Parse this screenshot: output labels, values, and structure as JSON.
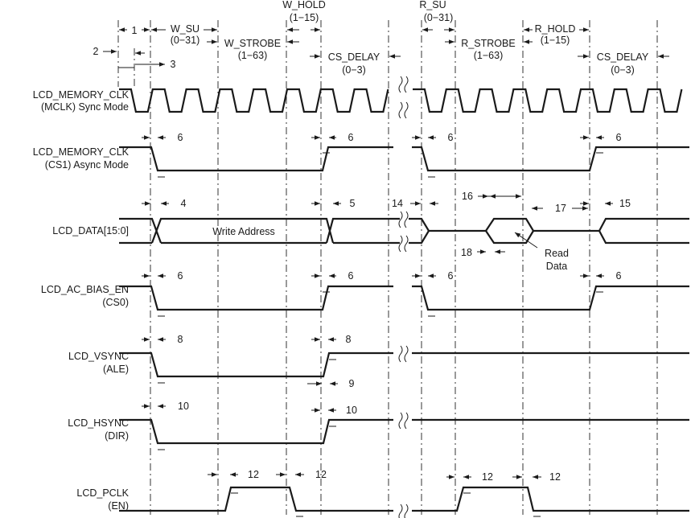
{
  "signals": [
    {
      "line1": "LCD_MEMORY_CLK",
      "line2": "(MCLK) Sync Mode"
    },
    {
      "line1": "LCD_MEMORY_CLK",
      "line2": "(CS1)  Async Mode"
    },
    {
      "line1": "LCD_DATA[15:0]",
      "line2": ""
    },
    {
      "line1": "LCD_AC_BIAS_EN",
      "line2": "(CS0)"
    },
    {
      "line1": "LCD_VSYNC",
      "line2": "(ALE)"
    },
    {
      "line1": "LCD_HSYNC",
      "line2": "(DIR)"
    },
    {
      "line1": "LCD_PCLK",
      "line2": "(EN)"
    }
  ],
  "top_labels": {
    "w_hold": "W_HOLD",
    "w_hold_range": "(1−15)",
    "w_su": "W_SU",
    "w_su_range": "(0−31)",
    "w_strobe": "W_STROBE",
    "w_strobe_range": "(1−63)",
    "cs_delay_1": "CS_DELAY",
    "cs_delay_1_range": "(0−3)",
    "r_su": "R_SU",
    "r_su_range": "(0−31)",
    "r_strobe": "R_STROBE",
    "r_strobe_range": "(1−63)",
    "r_hold": "R_HOLD",
    "r_hold_range": "(1−15)",
    "cs_delay_2": "CS_DELAY",
    "cs_delay_2_range": "(0−3)"
  },
  "bus_labels": {
    "write_address": "Write Address",
    "read_line1": "Read",
    "read_line2": "Data"
  },
  "timing_numbers": {
    "t1": "1",
    "t2": "2",
    "t3": "3",
    "t4": "4",
    "t5": "5",
    "t6a": "6",
    "t6b": "6",
    "t6c": "6",
    "t6d": "6",
    "t6e": "6",
    "t6f": "6",
    "t6g": "6",
    "t6h": "6",
    "t8a": "8",
    "t8b": "8",
    "t9": "9",
    "t10a": "10",
    "t10b": "10",
    "t12a": "12",
    "t12b": "12",
    "t12c": "12",
    "t12d": "12",
    "t14": "14",
    "t15": "15",
    "t16": "16",
    "t17": "17",
    "t18": "18"
  },
  "colors": {
    "ink": "#1a1a1a",
    "background": "#ffffff"
  }
}
